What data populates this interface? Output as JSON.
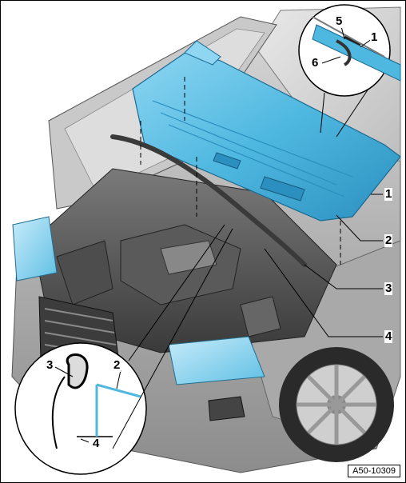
{
  "figure": {
    "reference_code": "A50-10309",
    "callouts": {
      "c1_main": "1",
      "c1_detail": "1",
      "c2_main": "2",
      "c2_detail": "2",
      "c3_main": "3",
      "c3_detail": "3",
      "c4_main": "4",
      "c4_detail": "4",
      "c5_detail": "5",
      "c6_detail": "6"
    }
  },
  "colors": {
    "cowl_cover": "#4fb8e0",
    "cowl_cover_dark": "#2b8fbf",
    "cowl_cover_light": "#8fd6f2",
    "seal_strip": "#3a3a3a",
    "vehicle_body": "#b9b9b9",
    "vehicle_shadow": "#6f6f6f",
    "headlight": "#8fd6f2"
  }
}
